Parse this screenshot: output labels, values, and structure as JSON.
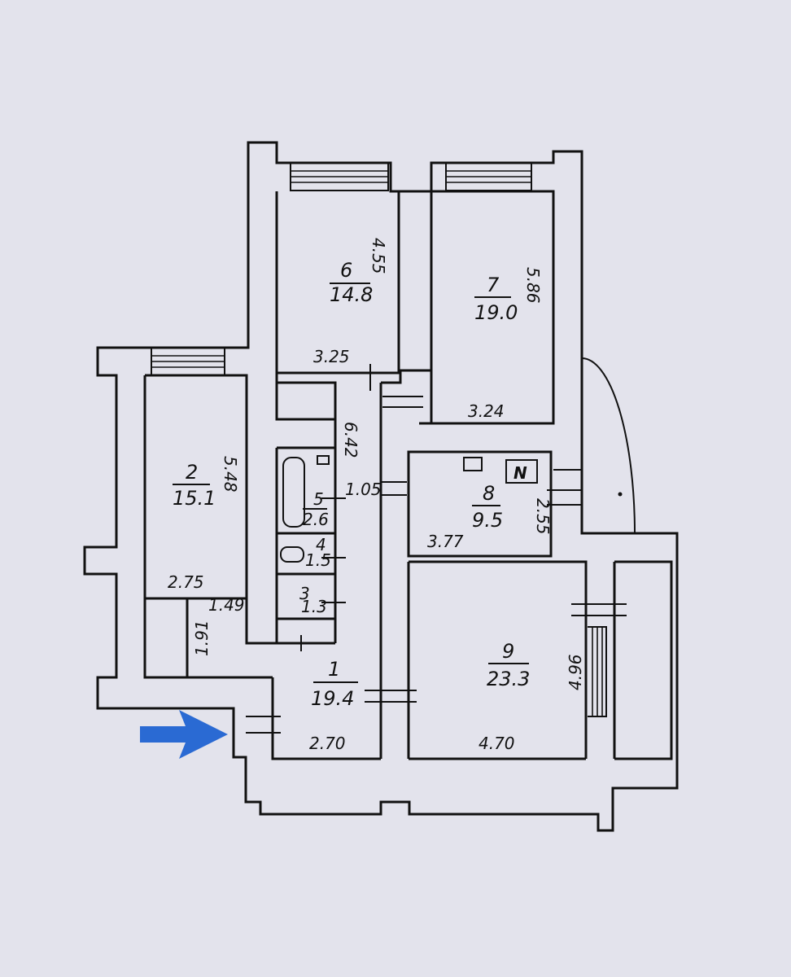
{
  "rooms": [
    {
      "number": "1",
      "area": "19.4"
    },
    {
      "number": "2",
      "area": "15.1"
    },
    {
      "number": "3",
      "area": "1.3"
    },
    {
      "number": "4",
      "area": "1.5"
    },
    {
      "number": "5",
      "area": "2.6"
    },
    {
      "number": "6",
      "area": "14.8"
    },
    {
      "number": "7",
      "area": "19.0"
    },
    {
      "number": "8",
      "area": "9.5"
    },
    {
      "number": "9",
      "area": "23.3"
    }
  ],
  "dimensions": {
    "d_room6_height": "4.55",
    "d_room6_width": "3.25",
    "d_room7_height": "5.86",
    "d_room7_width": "3.24",
    "d_room2_height": "5.48",
    "d_room2_width": "2.75",
    "d_corridor_height": "6.42",
    "d_corridor_width": "1.05",
    "d_closet_height": "1.91",
    "d_closet_width": "1.49",
    "d_room8_height": "2.55",
    "d_room8_width": "3.77",
    "d_room9_height": "4.96",
    "d_room9_width": "4.70",
    "d_room1_width": "2.70"
  },
  "symbols": {
    "stove_mark": "N"
  },
  "entrance_arrow_color": "#1a5fd0"
}
